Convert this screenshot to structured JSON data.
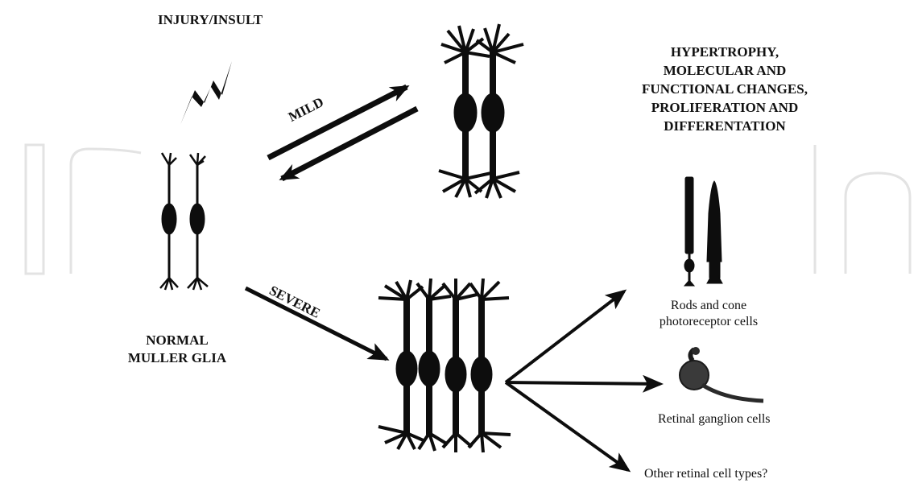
{
  "labels": {
    "injury": "INJURY/INSULT",
    "mild": "MILD",
    "severe": "SEVERE",
    "normal_line1": "NORMAL",
    "normal_line2": "MULLER GLIA",
    "hypertrophy": [
      "HYPERTROPHY,",
      "MOLECULAR AND",
      "FUNCTIONAL CHANGES,",
      "PROLIFERATION AND",
      "DIFFERENTATION"
    ],
    "rods_line1": "Rods and cone",
    "rods_line2": "photoreceptor cells",
    "rgc": "Retinal ganglion cells",
    "other": "Other retinal cell types?"
  },
  "colors": {
    "ink": "#0d0d0d",
    "watermark": "#e6e6e6",
    "ganglion": "#3a3a3a"
  },
  "icons": [
    "lightning-bolt-icon",
    "arrow-icon"
  ]
}
